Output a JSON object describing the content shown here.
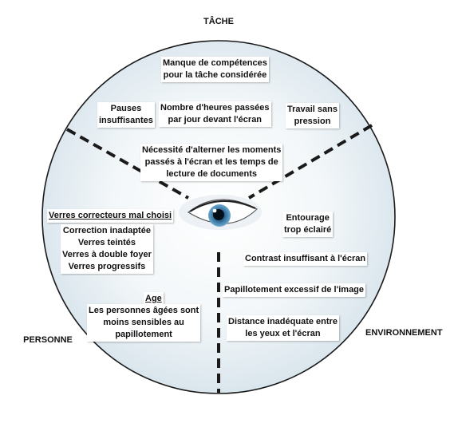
{
  "sectors": {
    "task": "TÂCHE",
    "person": "PERSONNE",
    "environment": "ENVIRONNEMENT"
  },
  "task_factors": {
    "skills": [
      "Manque de compétences",
      "pour la tâche considérée"
    ],
    "breaks": [
      "Pauses",
      "insuffisantes"
    ],
    "hours": [
      "Nombre d'heures passées",
      "par jour devant l'écran"
    ],
    "pressure": [
      "Travail sans",
      "pression"
    ],
    "alternate": [
      "Nécessité d'alterner les moments",
      "passés à l'écran et les temps de",
      "lecture de documents"
    ]
  },
  "person_factors": {
    "lenses_heading": "Verres correcteurs mal choisi",
    "lenses": [
      "Correction inadaptée",
      "Verres teintés",
      "Verres à double foyer",
      "Verres progressifs"
    ],
    "age_heading": "Age",
    "age_text": [
      "Les personnes âgées sont",
      "moins sensibles au",
      "papillotement"
    ]
  },
  "environment_factors": {
    "surround": [
      "Entourage",
      "trop éclairé"
    ],
    "contrast": "Contrast insuffisant à l'écran",
    "flicker": "Papillotement excessif de l'image",
    "distance": [
      "Distance inadéquate entre",
      "les yeux et l'écran"
    ]
  },
  "colors": {
    "circle_outline": "#1a1a1a",
    "circle_fill_inner": "#ffffff",
    "circle_fill_outer": "#dfe9ef",
    "iris": "#2d6e9a",
    "divider": "#1a1a1a"
  },
  "icons": {
    "center": "eye-icon"
  }
}
